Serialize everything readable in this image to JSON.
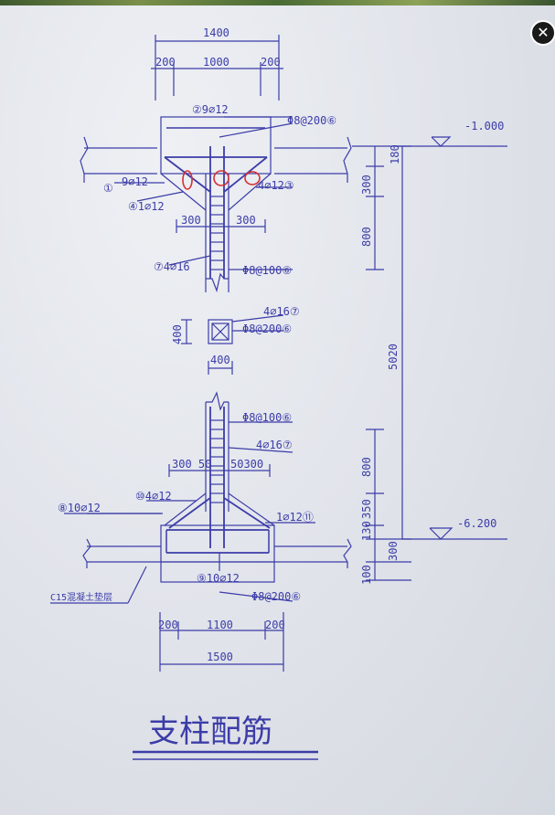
{
  "viewer": {
    "close_symbol": "✕",
    "close_icon": "close-icon"
  },
  "drawing": {
    "title": "支柱配筋",
    "ink_color": "#3c3ca8",
    "mark_color": "#d43030",
    "top_section": {
      "dims": [
        "1400",
        "200",
        "1000",
        "200"
      ],
      "labels": [
        {
          "text": "②9⌀12"
        },
        {
          "text": "Φ8@200⑥"
        },
        {
          "text": "9⌀12"
        },
        {
          "text": "①"
        },
        {
          "text": "4⌀12③"
        },
        {
          "text": "④1⌀12"
        },
        {
          "text": "300"
        },
        {
          "text": "300"
        },
        {
          "text": "⑦4⌀16"
        },
        {
          "text": "Φ8@100⑥"
        }
      ],
      "level": "-1.000"
    },
    "column_section": {
      "labels": [
        {
          "text": "4⌀16⑦"
        },
        {
          "text": "Φ8@200⑥"
        },
        {
          "text": "400"
        },
        {
          "text": "400"
        }
      ]
    },
    "bottom_section": {
      "labels": [
        {
          "text": "Φ8@100⑥"
        },
        {
          "text": "4⌀16⑦"
        },
        {
          "text": "300 50"
        },
        {
          "text": "50300"
        },
        {
          "text": "⑩4⌀12"
        },
        {
          "text": "⑧10⌀12"
        },
        {
          "text": "1⌀12⑪"
        },
        {
          "text": "⑨10⌀12"
        },
        {
          "text": "Φ8@200⑥"
        },
        {
          "text": "C15混凝土垫层"
        }
      ],
      "dims": [
        "200",
        "1100",
        "200",
        "1500"
      ],
      "level": "-6.200"
    },
    "vertical_dims": [
      "180",
      "300",
      "800",
      "5020",
      "800",
      "350",
      "130",
      "300",
      "100"
    ]
  }
}
